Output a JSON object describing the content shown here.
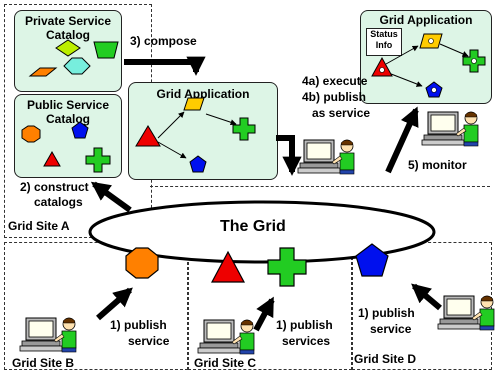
{
  "catalogs": {
    "private": {
      "title_line1": "Private Service",
      "title_line2": "Catalog"
    },
    "public": {
      "title_line1": "Public Service",
      "title_line2": "Catalog"
    }
  },
  "grid_app_center": {
    "title": "Grid Application"
  },
  "grid_app_topright": {
    "title": "Grid Application",
    "status_line1": "Status",
    "status_line2": "Info"
  },
  "steps": {
    "compose": "3) compose",
    "execute": "4a) execute",
    "publish_as": "4b) publish",
    "as_service": "as service",
    "construct1": "2) construct",
    "construct2": "catalogs",
    "monitor": "5) monitor",
    "publish_b1": "1) publish",
    "publish_b2": "service",
    "publish_c1": "1) publish",
    "publish_c2": "services",
    "publish_d1": "1) publish",
    "publish_d2": "service"
  },
  "grid_label": "The Grid",
  "sites": {
    "a": "Grid Site A",
    "b": "Grid Site B",
    "c": "Grid Site C",
    "d": "Grid Site D"
  },
  "colors": {
    "panel": "#ddf5e6",
    "orange": "#ff8000",
    "red": "#ee0000",
    "green": "#22cc22",
    "blue": "#0010ee",
    "cyan": "#77eedd",
    "yellow": "#ffcc00",
    "lightgreen": "#bbee00"
  }
}
